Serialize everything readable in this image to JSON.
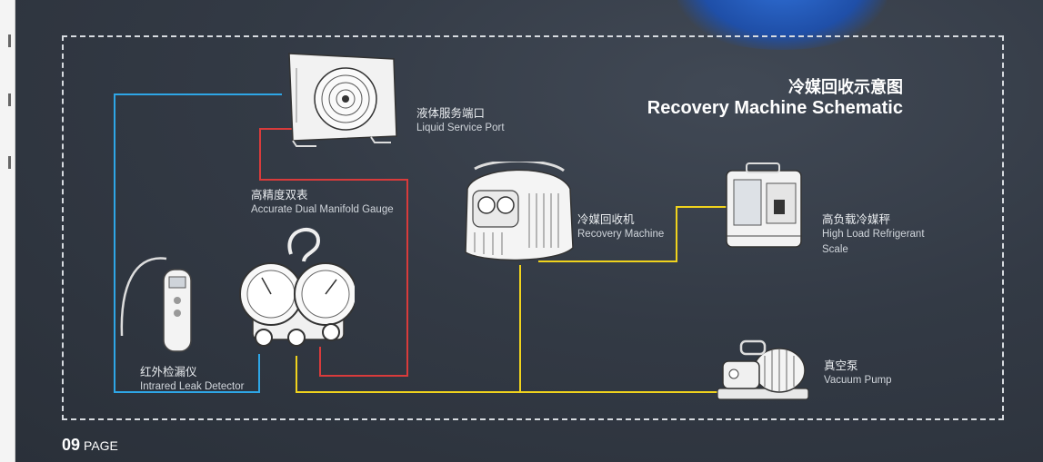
{
  "title": {
    "zh": "冷媒回收示意图",
    "en": "Recovery Machine Schematic"
  },
  "labels": {
    "liquid_port": {
      "zh": "液体服务端口",
      "en": "Liquid Service Port"
    },
    "manifold": {
      "zh": "高精度双表",
      "en": "Accurate Dual Manifold Gauge"
    },
    "recovery": {
      "zh": "冷媒回收机",
      "en": "Recovery Machine"
    },
    "scale": {
      "zh": "高负载冷媒秤",
      "en_line1": "High Load Refrigerant",
      "en_line2": "Scale"
    },
    "leak": {
      "zh": "红外检漏仪",
      "en": "Intrared Leak Detector"
    },
    "pump": {
      "zh": "真空泵",
      "en": "Vacuum Pump"
    }
  },
  "footer": {
    "number": "09",
    "word": "PAGE"
  },
  "colors": {
    "blue_line": "#2ea6e6",
    "red_line": "#d93b3b",
    "yellow_line": "#f0d31d",
    "frame": "#d7dbe0"
  },
  "icons": [
    "condenser-unit-icon",
    "manifold-gauge-icon",
    "recovery-machine-icon",
    "refrigerant-scale-icon",
    "leak-detector-icon",
    "vacuum-pump-icon"
  ]
}
